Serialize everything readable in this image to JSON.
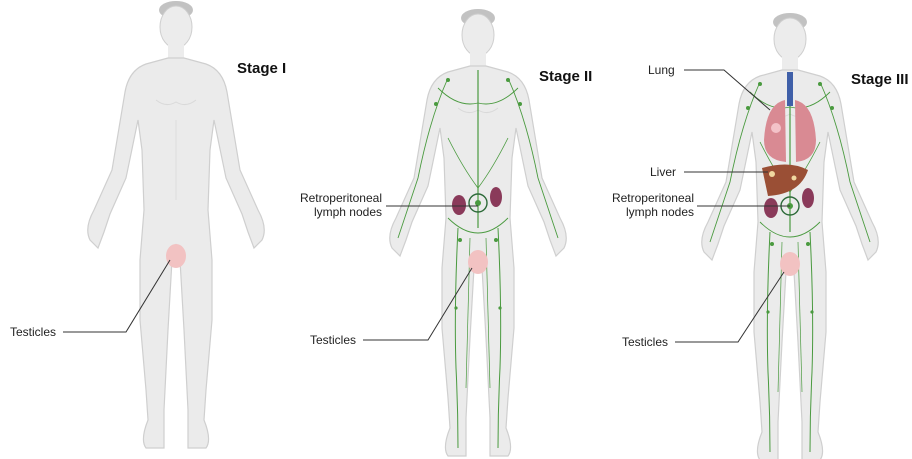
{
  "stages": [
    {
      "title": "Stage I",
      "labels": {
        "testicles": "Testicles"
      }
    },
    {
      "title": "Stage II",
      "labels": {
        "retroperitoneal_line1": "Retroperitoneal",
        "retroperitoneal_line2": "lymph nodes",
        "testicles": "Testicles"
      }
    },
    {
      "title": "Stage III",
      "labels": {
        "lung": "Lung",
        "liver": "Liver",
        "retroperitoneal_line1": "Retroperitoneal",
        "retroperitoneal_line2": "lymph nodes",
        "testicles": "Testicles"
      }
    }
  ],
  "colors": {
    "body_fill": "#ebebeb",
    "body_outline": "#cfcfcf",
    "head": "#c8c8c8",
    "lymph": "#4a9a3f",
    "kidney": "#8a3a5a",
    "testicle": "#f2c2c2",
    "lung": "#d98a93",
    "trachea": "#3f5fa8",
    "liver": "#9a4f35",
    "node_circle": "#2e6b3a"
  }
}
